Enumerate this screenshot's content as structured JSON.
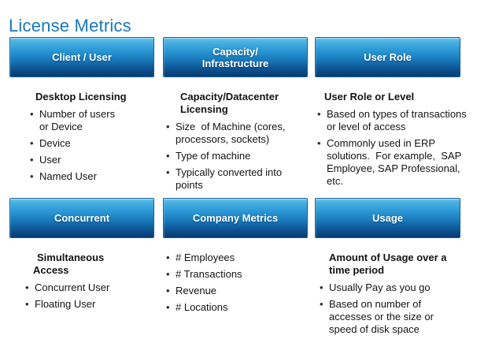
{
  "title": "License Metrics",
  "colors": {
    "title_text": "#1777BE",
    "header_gradient_top": "#6FC6EF",
    "header_gradient_bottom": "#073A72",
    "header_text": "#FFFFFF",
    "body_text": "#141414"
  },
  "cards": [
    {
      "header": "Client / User",
      "subheading": "Desktop Licensing",
      "bullets": [
        "Number of users\nor Device",
        "Device",
        "User",
        "Named User"
      ]
    },
    {
      "header": "Capacity/\nInfrastructure",
      "subheading": "Capacity/Datacenter\nLicensing",
      "bullets": [
        "Size  of Machine (cores,\nprocessors, sockets)",
        "Type of machine",
        "Typically converted into\npoints"
      ]
    },
    {
      "header": "User Role",
      "subheading": "User Role or Level",
      "bullets": [
        "Based on types of transactions\nor level of access",
        "Commonly used in ERP\nsolutions.  For example,  SAP\nEmployee, SAP Professional,\netc."
      ]
    },
    {
      "header": "Concurrent",
      "subheading": "Simultaneous\nAccess",
      "bullets": [
        "Concurrent User",
        "Floating User"
      ]
    },
    {
      "header": "Company Metrics",
      "bullets": [
        "# Employees",
        "# Transactions",
        "Revenue",
        "# Locations"
      ]
    },
    {
      "header": "Usage",
      "subheading": "Amount of Usage over a\ntime period",
      "bullets": [
        "Usually Pay as you go",
        "Based on number of\naccesses or the size or\nspeed of disk space"
      ]
    }
  ]
}
